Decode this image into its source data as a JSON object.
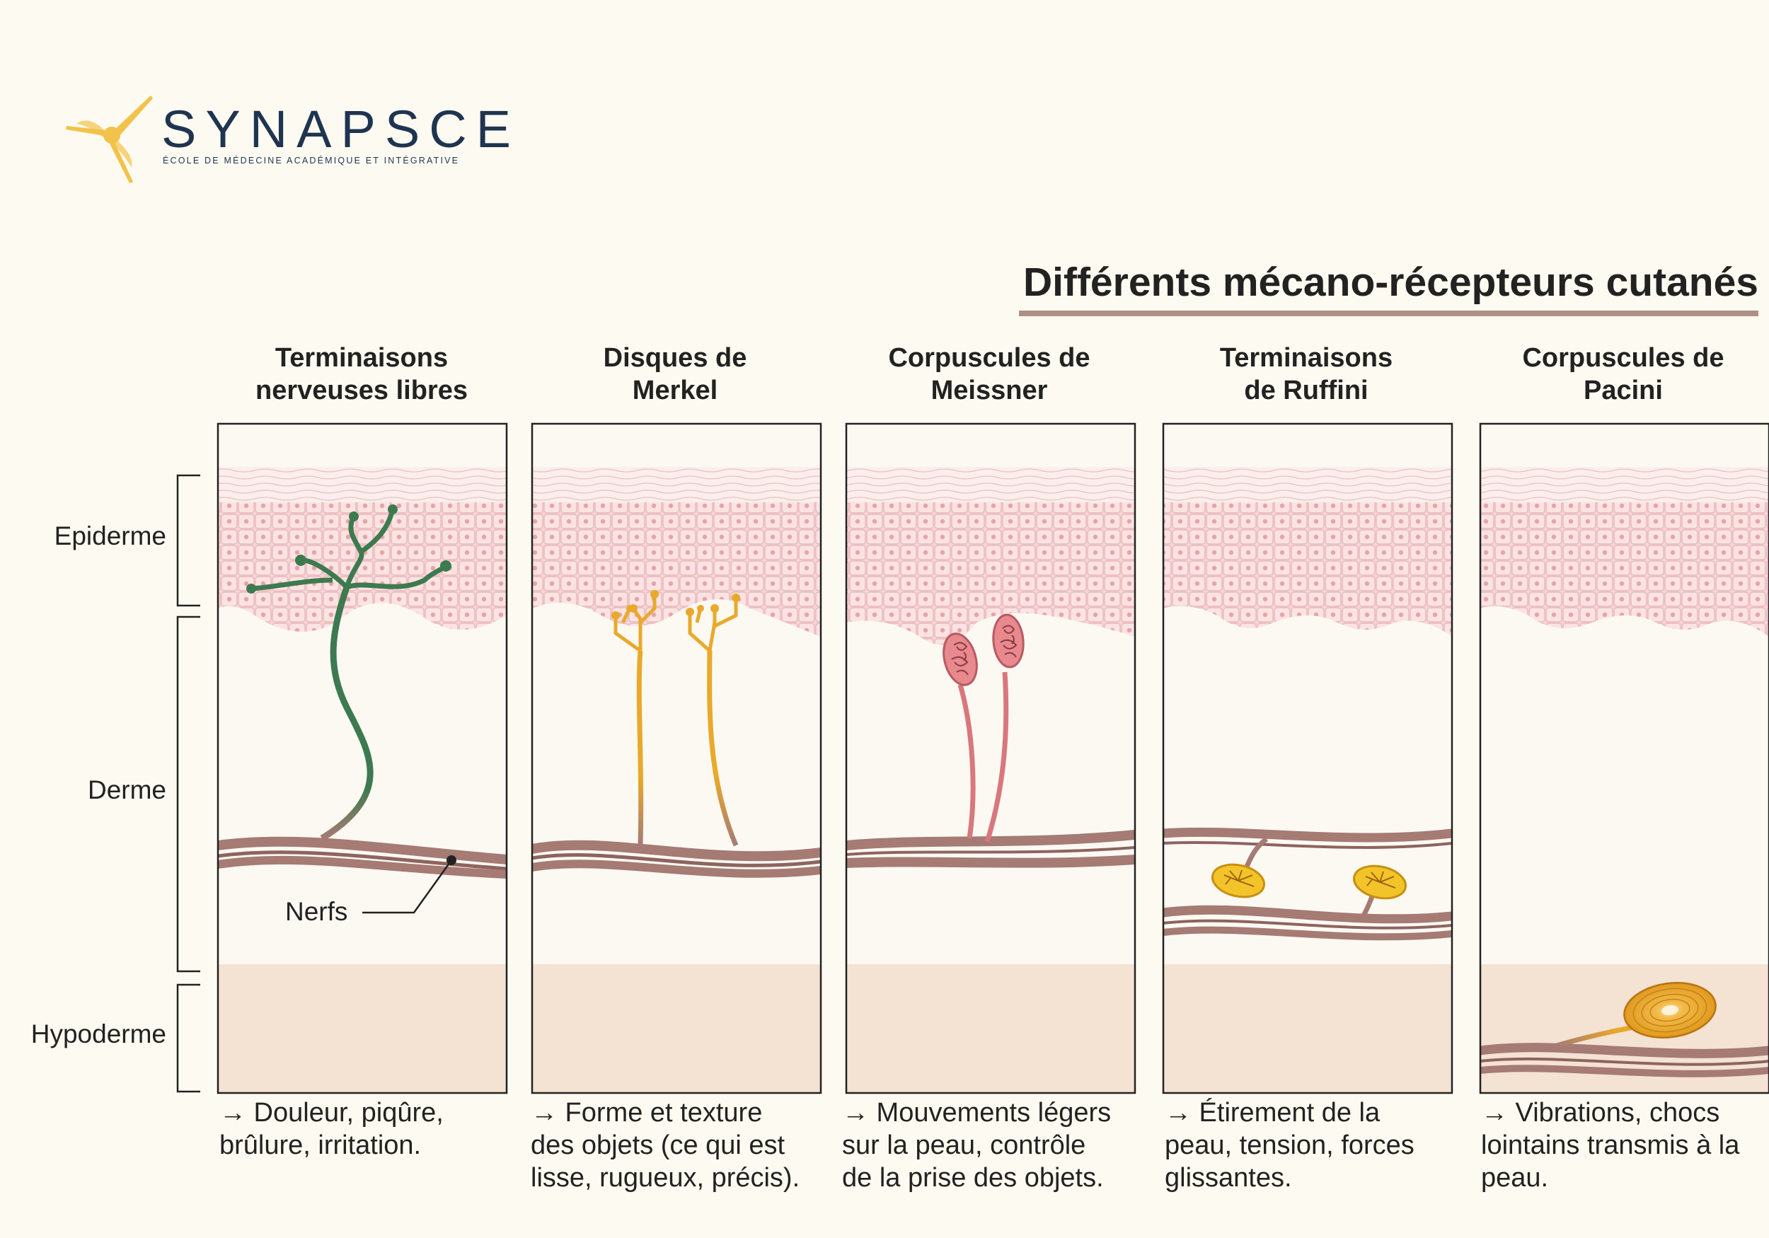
{
  "brand": {
    "name": "SYNAPSCE",
    "tagline": "ÉCOLE DE MÉDECINE ACADÉMIQUE ET INTÉGRATIVE",
    "logo_icon": "neuron-star-icon",
    "colors": {
      "name": "#1f3450",
      "mark": "#f2c24a"
    }
  },
  "title": "Différents mécano-récepteurs cutanés",
  "layers": {
    "epidermis": "Epiderme",
    "dermis": "Derme",
    "hypodermis": "Hypoderme"
  },
  "nerves_label": "Nerfs",
  "receptors": [
    {
      "title_line1": "Terminaisons",
      "title_line2": "nerveuses libres",
      "desc_line1": "→ Douleur, piqûre,",
      "desc_line2": "brûlure, irritation.",
      "desc_line3": ""
    },
    {
      "title_line1": "Disques de",
      "title_line2": "Merkel",
      "desc_line1": "→ Forme et texture",
      "desc_line2": "des objets (ce qui est",
      "desc_line3": "lisse, rugueux, précis)."
    },
    {
      "title_line1": "Corpuscules de",
      "title_line2": "Meissner",
      "desc_line1": "→ Mouvements légers",
      "desc_line2": "sur la peau, contrôle",
      "desc_line3": "de la prise des objets."
    },
    {
      "title_line1": "Terminaisons",
      "title_line2": "de Ruffini",
      "desc_line1": "→ Étirement de la",
      "desc_line2": "peau, tension, forces",
      "desc_line3": "glissantes."
    },
    {
      "title_line1": "Corpuscules de",
      "title_line2": "Pacini",
      "desc_line1": "→ Vibrations, chocs",
      "desc_line2": "lointains transmis à la",
      "desc_line3": "peau."
    }
  ],
  "colors": {
    "background": "#fdfbf1",
    "epidermis_cells": "#f7d3d4",
    "dermis": "#fcf9f3",
    "hypodermis": "#f4e2d3",
    "nerve": "#a57b74",
    "free_endings": "#3d7a4f",
    "merkel": "#e9a92a",
    "meissner": "#d9777d",
    "ruffini": "#f2c42a",
    "pacini": "#e9a928",
    "title_rule": "#b08f85"
  }
}
